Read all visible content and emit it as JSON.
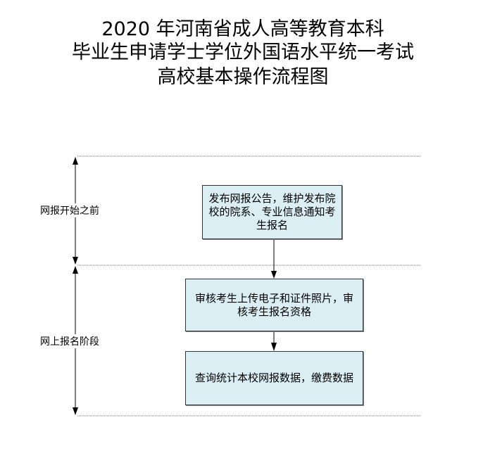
{
  "title": {
    "line1": "2020 年河南省成人高等教育本科",
    "line2": "毕业生申请学士学位外国语水平统一考试",
    "line3": "高校基本操作流程图"
  },
  "lanes": [
    {
      "label": "网报开始之前"
    },
    {
      "label": "网上报名阶段"
    }
  ],
  "steps": [
    {
      "text": "发布网报公告，维护发布院校的院系、专业信息通知考生报名"
    },
    {
      "text": "审核考生上传电子和证件照片，审核考生报名资格"
    },
    {
      "text": "查询统计本校网报数据，缴费数据"
    }
  ]
}
